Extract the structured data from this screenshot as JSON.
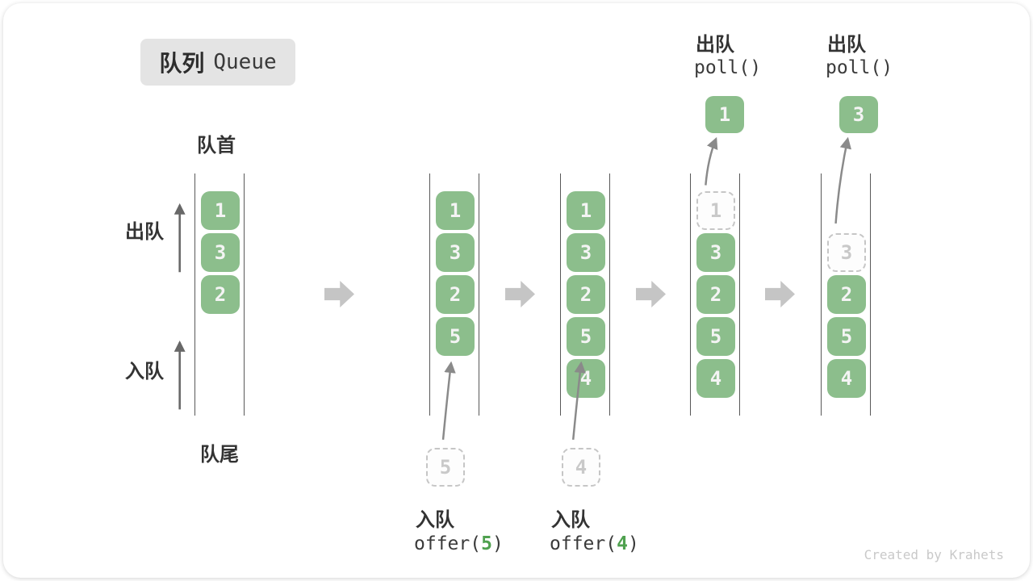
{
  "badge": {
    "zh": "队列",
    "en": "Queue"
  },
  "labels": {
    "front": "队首",
    "rear": "队尾",
    "dequeue": "出队",
    "enqueue": "入队"
  },
  "queues": [
    {
      "cells": [
        "1",
        "3",
        "2"
      ]
    },
    {
      "cells": [
        "1",
        "3",
        "2",
        "5"
      ]
    },
    {
      "cells": [
        "1",
        "3",
        "2",
        "5",
        "4"
      ]
    },
    {
      "ghost": "1",
      "cells": [
        "3",
        "2",
        "5",
        "4"
      ]
    },
    {
      "ghost": "3",
      "cells": [
        "2",
        "5",
        "4"
      ]
    }
  ],
  "operations": {
    "offer5": {
      "label": "入队",
      "code_open": "offer(",
      "arg": "5",
      "code_close": ")",
      "pending": "5"
    },
    "offer4": {
      "label": "入队",
      "code_open": "offer(",
      "arg": "4",
      "code_close": ")",
      "pending": "4"
    },
    "poll1": {
      "label": "出队",
      "code": "poll()",
      "result": "1"
    },
    "poll3": {
      "label": "出队",
      "code": "poll()",
      "result": "3"
    }
  },
  "watermark": "Created by Krahets",
  "colors": {
    "cell_green": "#8cbe8c",
    "code_arg_green": "#4fa14f",
    "block_arrow_gray": "#c5c5c5",
    "curve_arrow_gray": "#8a8a8a",
    "text_dark": "#333333",
    "ghost_gray": "#c9c9c9",
    "badge_bg": "#e4e4e4"
  }
}
